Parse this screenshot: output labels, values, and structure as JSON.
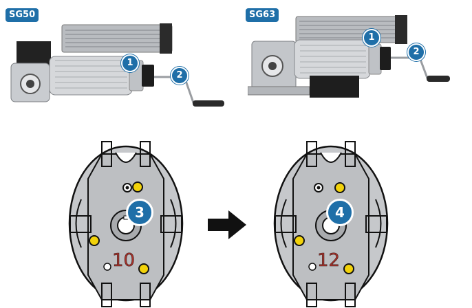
{
  "motors": [
    {
      "label": "SG50",
      "callouts": [
        "1",
        "2"
      ]
    },
    {
      "label": "SG63",
      "callouts": [
        "1",
        "2"
      ]
    }
  ],
  "plates": [
    {
      "step": "3",
      "engraving": "10"
    },
    {
      "step": "4",
      "engraving": "12"
    }
  ],
  "colors": {
    "accent": "#1f6fa8",
    "screw": "#f2d20a",
    "engraving": "#a8322b",
    "arrow": "#111111"
  }
}
